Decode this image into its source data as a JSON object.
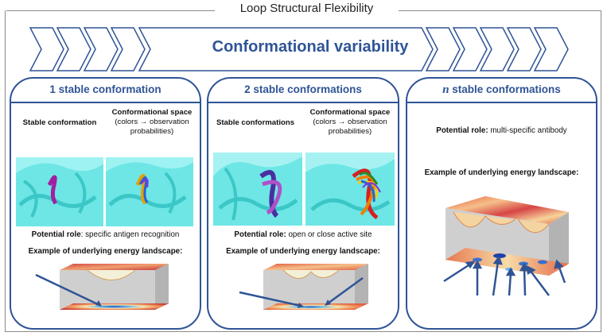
{
  "title": "Loop Structural Flexibility",
  "banner": "Conformational variability",
  "colors": {
    "accent": "#2f5496",
    "protein": "#5fe0e0",
    "arrow": "#2f5496"
  },
  "panels": [
    {
      "title": "1 stable conformation",
      "col1": "Stable conformation",
      "col2_title": "Conformational space",
      "col2_sub": "(colors → observation probabilities)",
      "role_label": "Potential role",
      "role_text": ": specific antigen recognition",
      "landscape_label": "Example of underlying energy landscape:"
    },
    {
      "title": "2 stable conformations",
      "col1": "Stable conformations",
      "col2_title": "Conformational space",
      "col2_sub": "(colors → observation probabilities)",
      "role_label": "Potential role:",
      "role_text": " open or close active site",
      "landscape_label": "Example of underlying energy landscape:"
    },
    {
      "title_var": "n",
      "title": " stable conformations",
      "role_label": "Potential role:",
      "role_text": " multi-specific antibody",
      "landscape_label": "Example of underlying energy landscape:"
    }
  ]
}
